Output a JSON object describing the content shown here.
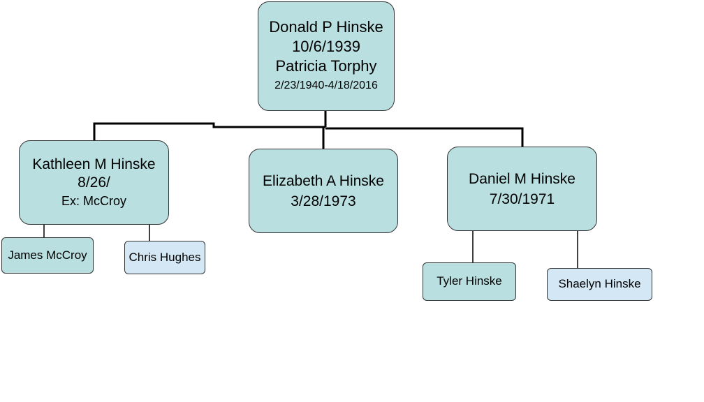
{
  "root": {
    "name": "Donald P Hinske",
    "dates": "10/6/1939",
    "spouse_name": "Patricia Torphy",
    "spouse_dates": "2/23/1940-4/18/2016"
  },
  "children": {
    "kathleen": {
      "name": "Kathleen M Hinske",
      "dates": "8/26/",
      "note": "Ex: McCroy",
      "children": [
        "James McCroy",
        "Chris Hughes"
      ]
    },
    "elizabeth": {
      "name": "Elizabeth A Hinske",
      "dates": "3/28/1973"
    },
    "daniel": {
      "name": "Daniel M Hinske",
      "dates": "7/30/1971",
      "children": [
        "Tyler Hinske",
        "Shaelyn Hinske"
      ]
    }
  },
  "colors": {
    "box_fill": "#b9dfe0",
    "box_fill_light": "#d3e7f5",
    "connector": "#000000"
  }
}
